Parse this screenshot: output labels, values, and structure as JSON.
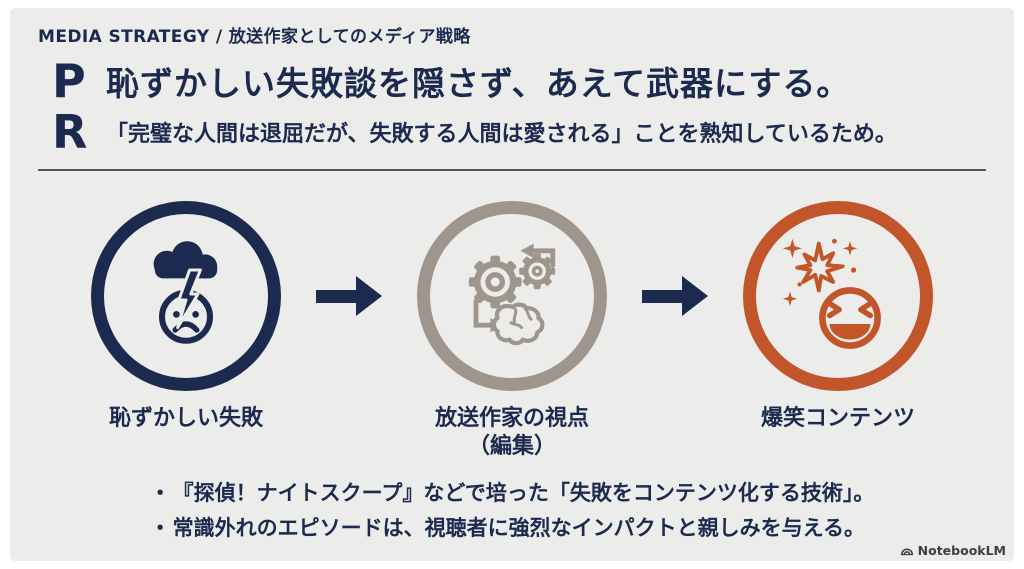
{
  "slide": {
    "kicker": "MEDIA STRATEGY / 放送作家としてのメディア戦略",
    "pr": {
      "letter_top": "P",
      "letter_bottom": "R"
    },
    "headline": "恥ずかしい失敗談を隠さず、あえて武器にする。",
    "subheadline": "「完璧な人間は退屈だが、失敗する人間は愛される」ことを熟知しているため。",
    "flow": {
      "steps": [
        {
          "label": "恥ずかしい失敗",
          "sublabel": "",
          "icon": "storm-cloud-sad-face-icon",
          "ring_color": "#1b2a4e"
        },
        {
          "label": "放送作家の視点",
          "sublabel": "（編集）",
          "icon": "gears-brain-icon",
          "ring_color": "#9e968c"
        },
        {
          "label": "爆笑コンテンツ",
          "sublabel": "",
          "icon": "laughing-face-sparkles-icon",
          "ring_color": "#c2552a"
        }
      ],
      "arrow_color": "#1b2a4e"
    },
    "bullet_marker": "・",
    "bullets": [
      "『探偵！ナイトスクープ』などで培った「失敗をコンテンツ化する技術」。",
      "常識外れのエピソードは、視聴者に強烈なインパクトと親しみを与える。"
    ],
    "footer": {
      "brand": "NotebookLM"
    },
    "colors": {
      "navy": "#1b2a4e",
      "gray": "#9e968c",
      "orange": "#c2552a",
      "background": "#ecedeb",
      "frame": "#ffffff",
      "divider": "#4f565f"
    }
  }
}
